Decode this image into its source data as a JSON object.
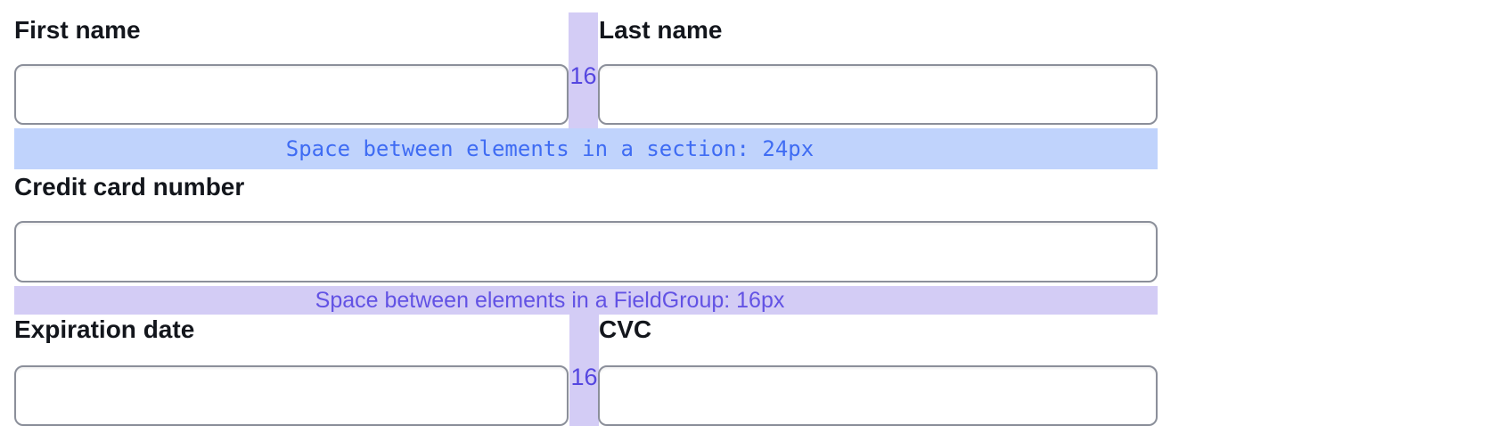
{
  "figure": {
    "section": {
      "row1": {
        "first_name_label": "First name",
        "last_name_label": "Last name",
        "column_gap_label": "16"
      },
      "section_spacing_note": "Space between elements in a section: 24px",
      "field_group": {
        "card_number_label": "Credit card number",
        "fieldgroup_spacing_note": "Space between elements in a FieldGroup: 16px",
        "row2": {
          "expiration_label": "Expiration date",
          "cvc_label": "CVC",
          "column_gap_label": "16"
        }
      }
    }
  },
  "colors": {
    "section-band-bg": "#c0d3fc",
    "section-band-text": "#3f6cf3",
    "group-band-bg": "#d3ccf5",
    "group-band-text": "#6252e4",
    "gap-label-text": "#5546e0",
    "input-border": "#8b8f9a",
    "label-text": "#13161c",
    "page-bg": "#ffffff"
  }
}
